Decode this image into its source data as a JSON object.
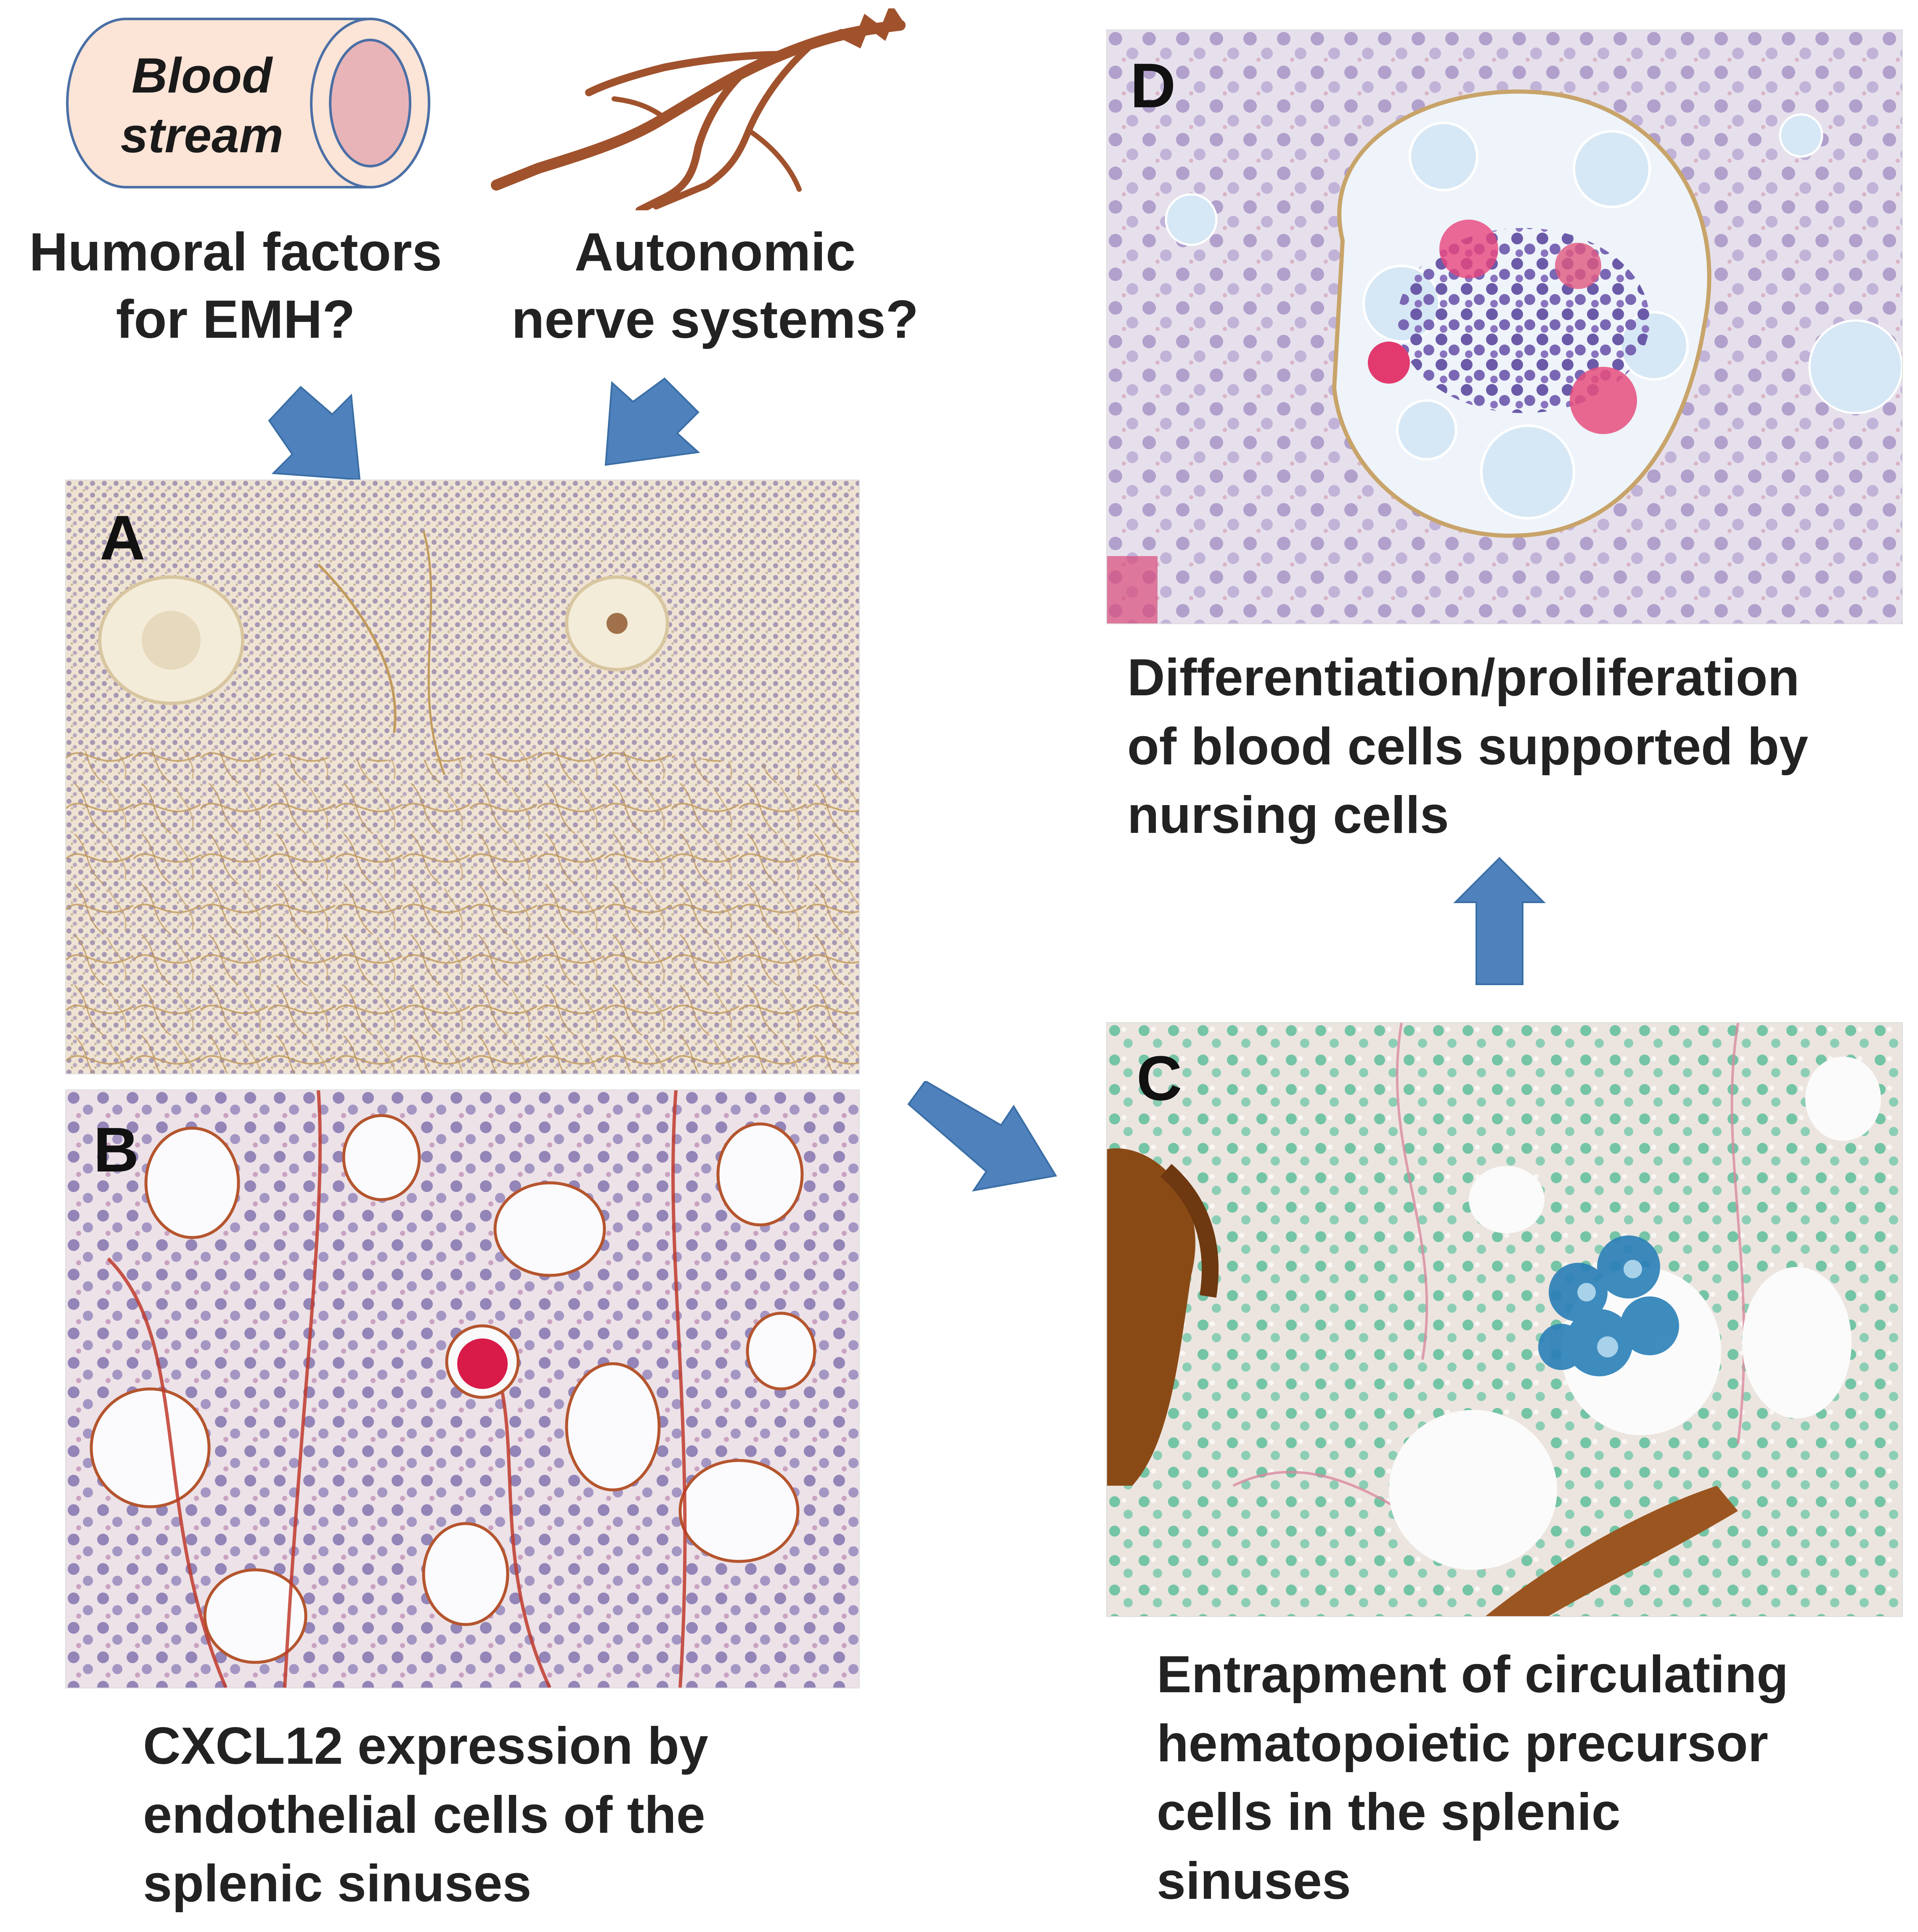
{
  "blood_stream": {
    "label": "Blood stream",
    "line1": "Blood",
    "line2": "stream",
    "fill_color": "#fce4d6",
    "lumen_color": "#e8b4b8"
  },
  "nerve": {
    "color": "#a0522d"
  },
  "top_labels": {
    "humoral": {
      "line1": "Humoral factors",
      "line2": "for EMH?"
    },
    "autonomic": {
      "line1": "Autonomic",
      "line2": "nerve systems?"
    }
  },
  "panels": {
    "A": {
      "letter": "A"
    },
    "B": {
      "letter": "B"
    },
    "C": {
      "letter": "C"
    },
    "D": {
      "letter": "D"
    }
  },
  "captions": {
    "b": {
      "line1": "CXCL12 expression by",
      "line2": "endothelial cells of the",
      "line3": "splenic sinuses"
    },
    "c": {
      "line1": "Entrapment of circulating",
      "line2": "hematopoietic precursor",
      "line3": "cells in the splenic",
      "line4": "sinuses"
    },
    "d": {
      "line1": "Differentiation/proliferation",
      "line2": "of blood cells supported by",
      "line3": "nursing cells"
    }
  },
  "colors": {
    "arrow": "#4f81bd",
    "arrow_stroke": "#3a6ea5"
  }
}
